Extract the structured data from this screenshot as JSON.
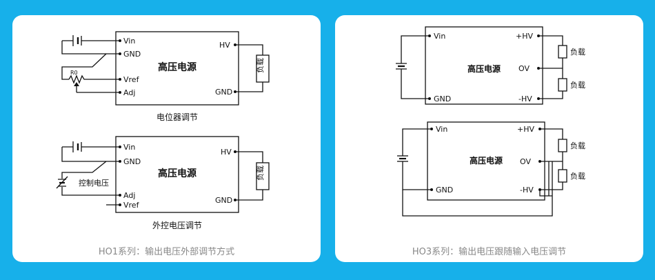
{
  "left_panel": {
    "top": {
      "title": "高压电源",
      "pins_left": [
        "Vin",
        "GND",
        "Vref",
        "Adj"
      ],
      "pins_right": [
        "HV",
        "GND"
      ],
      "load": "负载",
      "resistor": "R0",
      "caption": "电位器调节"
    },
    "bottom": {
      "title": "高压电源",
      "pins_left": [
        "Vin",
        "GND",
        "Adj",
        "Vref"
      ],
      "pins_right": [
        "HV",
        "GND"
      ],
      "load": "负载",
      "control": "控制电压",
      "caption": "外控电压调节"
    },
    "caption": "HO1系列：输出电压外部调节方式"
  },
  "right_panel": {
    "top": {
      "title": "高压电源",
      "pins_left": [
        "Vin",
        "GND"
      ],
      "pins_right": [
        "+HV",
        "OV",
        "-HV"
      ],
      "loads": [
        "负载",
        "负载"
      ]
    },
    "bottom": {
      "title": "高压电源",
      "pins_left": [
        "Vin",
        "GND"
      ],
      "pins_right": [
        "+HV",
        "OV",
        "-HV"
      ],
      "loads": [
        "负载",
        "负载"
      ]
    },
    "caption": "HO3系列：输出电压跟随输入电压调节"
  }
}
